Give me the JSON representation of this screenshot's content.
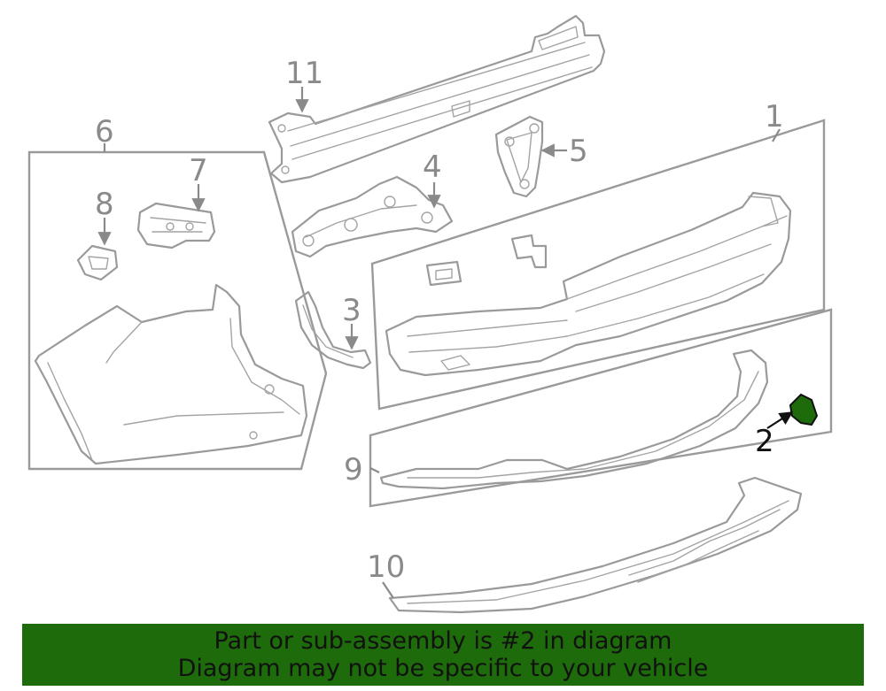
{
  "callouts": {
    "c1": "1",
    "c2": "2",
    "c3": "3",
    "c4": "4",
    "c5": "5",
    "c6": "6",
    "c7": "7",
    "c8": "8",
    "c9": "9",
    "c10": "10",
    "c11": "11"
  },
  "highlight_color": "#1e6b0b",
  "banner": {
    "line1": "Part or sub-assembly is #2 in diagram",
    "line2": "Diagram may not be specific to your vehicle"
  }
}
